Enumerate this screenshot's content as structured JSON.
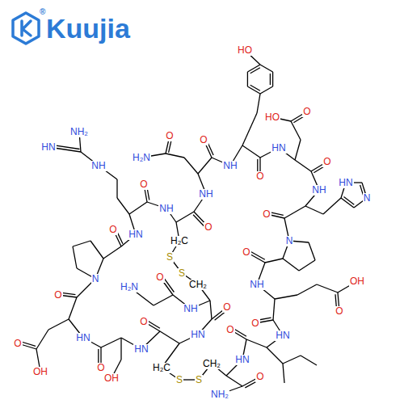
{
  "diagram": {
    "labels": [
      "Kuujia",
      "®",
      "HO",
      "NH₂",
      "HN",
      "NH",
      "O",
      "NH",
      "H₂C",
      "S",
      "S",
      "CH₂",
      "O",
      "NH",
      "H₂N",
      "O",
      "O",
      "NH",
      "O",
      "HN",
      "O",
      "HO",
      "O",
      "NH",
      "HN",
      "N",
      "O",
      "N",
      "O",
      "NH",
      "O",
      "OH",
      "O",
      "HN",
      "O",
      "HN",
      "CH₂",
      "S",
      "S",
      "H₂C",
      "O",
      "NH₂",
      "H₂N",
      "O",
      "NH",
      "O",
      "HN",
      "O",
      "HN",
      "OH",
      "O",
      "HN",
      "O",
      "OH",
      "O",
      "N",
      "O",
      "HN"
    ]
  }
}
